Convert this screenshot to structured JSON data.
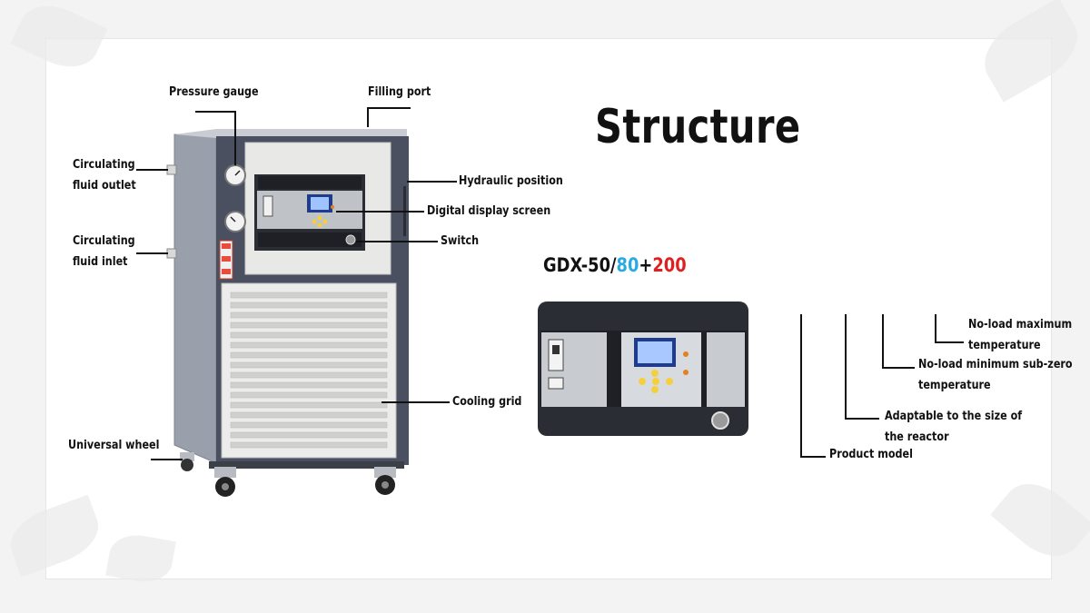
{
  "title": "Structure",
  "callouts": {
    "pressure_gauge": "Pressure gauge",
    "filling_port": "Filling port",
    "fluid_outlet_1": "Circulating",
    "fluid_outlet_2": "fluid outlet",
    "fluid_inlet_1": "Circulating",
    "fluid_inlet_2": "fluid inlet",
    "hydraulic_position": "Hydraulic position",
    "digital_display": "Digital display screen",
    "switch": "Switch",
    "cooling_grid": "Cooling grid",
    "universal_wheel": "Universal wheel"
  },
  "model": {
    "prefix": "GDX-50/",
    "min_temp": "80",
    "plus": "+",
    "max_temp": "200",
    "colors": {
      "min_temp": "#2aaae2",
      "max_temp": "#e02020"
    }
  },
  "model_legend": {
    "max_temp_1": "No-load maximum",
    "max_temp_2": "temperature",
    "min_temp_1": "No-load minimum sub-zero",
    "min_temp_2": "temperature",
    "reactor_1": "Adaptable to the size of",
    "reactor_2": "the reactor",
    "product_model": "Product model"
  }
}
